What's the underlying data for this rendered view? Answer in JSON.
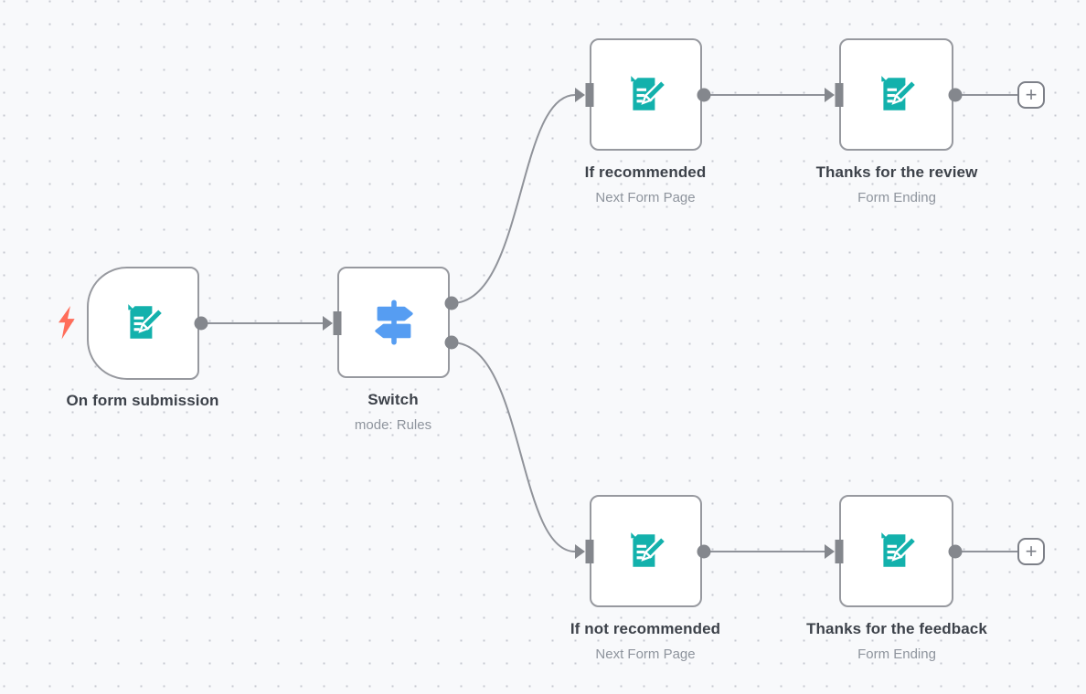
{
  "canvas": {
    "bg_color": "#f8f9fb",
    "dot_color": "#c6c9d1"
  },
  "colors": {
    "form_icon_teal": "#13b1ac",
    "switch_icon_blue": "#569df2",
    "trigger_bolt_coral": "#ff6d5a",
    "wire_gray": "#90939a",
    "node_border_gray": "#97999f",
    "title_text": "#3d424a",
    "subtitle_text": "#8e949d"
  },
  "nodes": [
    {
      "title": "On form submission",
      "subtitle": "",
      "icon": "form-icon",
      "kind": "trigger"
    },
    {
      "title": "Switch",
      "subtitle": "mode: Rules",
      "icon": "switch-icon",
      "kind": "regular"
    },
    {
      "title": "If recommended",
      "subtitle": "Next Form Page",
      "icon": "form-icon",
      "kind": "regular"
    },
    {
      "title": "Thanks for the review",
      "subtitle": "Form Ending",
      "icon": "form-icon",
      "kind": "regular"
    },
    {
      "title": "If not recommended",
      "subtitle": "Next Form Page",
      "icon": "form-icon",
      "kind": "regular"
    },
    {
      "title": "Thanks for the feedback",
      "subtitle": "Form Ending",
      "icon": "form-icon",
      "kind": "regular"
    }
  ],
  "connections": [
    {
      "from": "On form submission",
      "to": "Switch"
    },
    {
      "from": "Switch output 0",
      "to": "If recommended"
    },
    {
      "from": "Switch output 1",
      "to": "If not recommended"
    },
    {
      "from": "If recommended",
      "to": "Thanks for the review"
    },
    {
      "from": "If not recommended",
      "to": "Thanks for the feedback"
    }
  ],
  "plus_button_label": "+"
}
